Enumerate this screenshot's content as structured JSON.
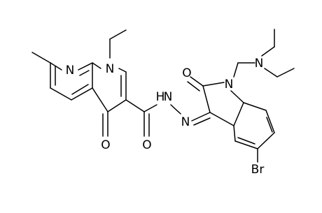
{
  "structure": {
    "type": "chemical-structure",
    "atom_labels": {
      "n_ring_a": "N",
      "n_ethyl": "N",
      "o_ketone": "O",
      "o_amide": "O",
      "nh": "H",
      "nh_n": "N",
      "n_imine": "N",
      "o_lactam": "O",
      "n_indole": "N",
      "n_diethyl": "N",
      "br": "Br"
    }
  }
}
